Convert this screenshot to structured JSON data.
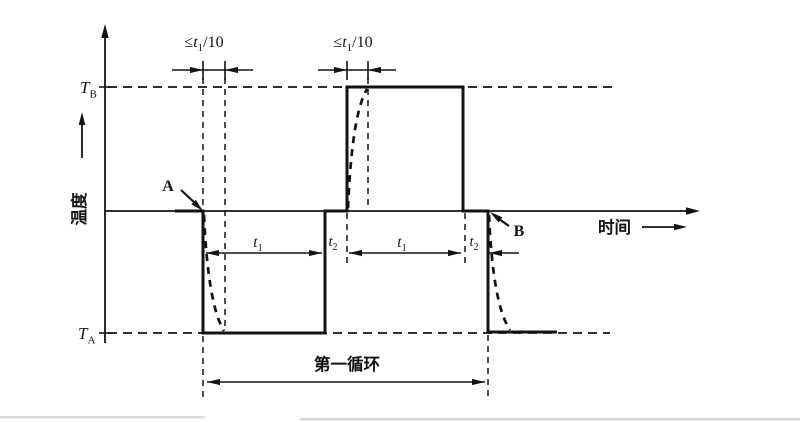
{
  "figure": {
    "colors": {
      "ink": "#131313",
      "background": "#ffffff"
    },
    "axes": {
      "y_axis_label": "温度",
      "x_axis_label": "时间"
    },
    "levels": {
      "upper": {
        "main": "T",
        "sub": "B"
      },
      "lower": {
        "main": "T",
        "sub": "A"
      }
    },
    "ramp_limits": {
      "first": {
        "leq": "≤",
        "var": "t",
        "sub": "1",
        "post": "/10"
      },
      "second": {
        "leq": "≤",
        "var": "t",
        "sub": "1",
        "post": "/10"
      }
    },
    "durations": {
      "dwell_low": {
        "var": "t",
        "sub": "1"
      },
      "transfer_1": {
        "var": "t",
        "sub": "2"
      },
      "dwell_high": {
        "var": "t",
        "sub": "1"
      },
      "transfer_2": {
        "var": "t",
        "sub": "2"
      }
    },
    "points": {
      "a": "A",
      "b": "B"
    },
    "cycle_label": "第一循环"
  }
}
